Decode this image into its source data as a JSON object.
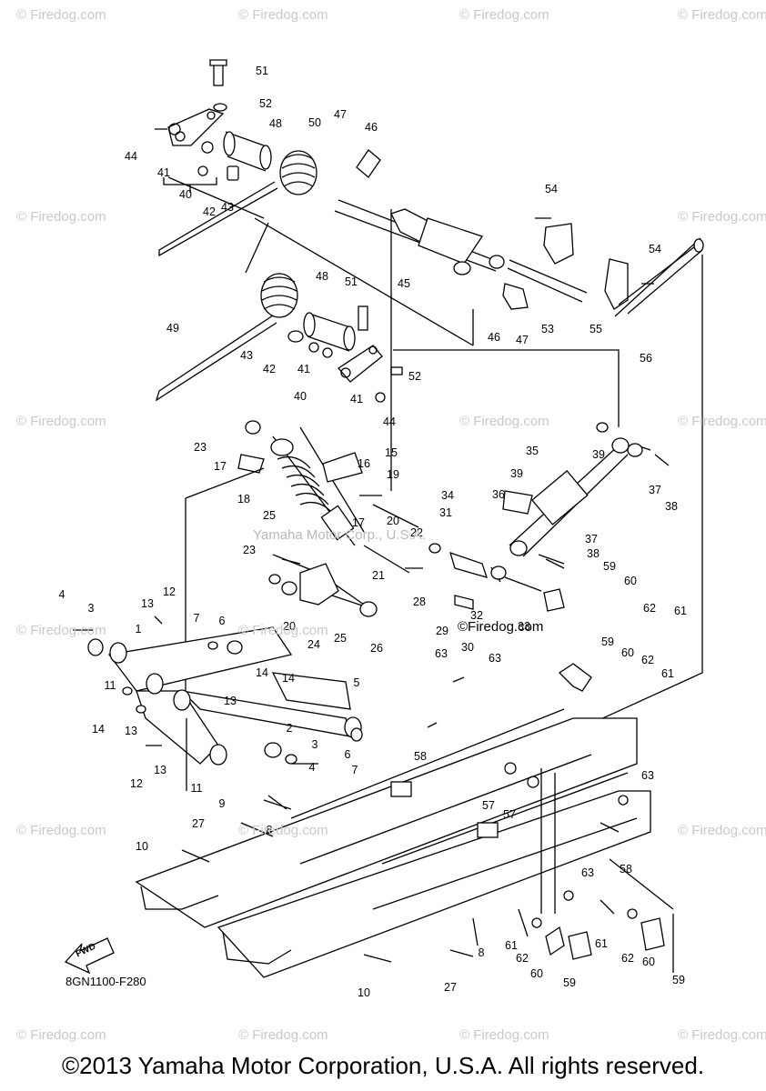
{
  "watermark": "© Firedog.com",
  "diagram_code": "8GN1100-F280",
  "center_watermark": "Yamaha Motor Corp., U.S.A.",
  "inline_watermark": "©Firedog.com",
  "fwd_label": "FWD",
  "copyright": "©2013 Yamaha Motor Corporation, U.S.A. All rights reserved.",
  "callouts": [
    "51",
    "52",
    "44",
    "48",
    "50",
    "47",
    "46",
    "41",
    "40",
    "42",
    "43",
    "54",
    "45",
    "54",
    "53",
    "55",
    "46",
    "47",
    "56",
    "49",
    "48",
    "51",
    "43",
    "42",
    "41",
    "40",
    "41",
    "52",
    "44",
    "23",
    "17",
    "18",
    "15",
    "16",
    "19",
    "35",
    "39",
    "36",
    "37",
    "38",
    "34",
    "31",
    "39",
    "20",
    "22",
    "25",
    "17",
    "21",
    "23",
    "20",
    "24",
    "25",
    "26",
    "28",
    "32",
    "29",
    "30",
    "33",
    "37",
    "38",
    "59",
    "60",
    "62",
    "61",
    "4",
    "3",
    "13",
    "12",
    "7",
    "6",
    "1",
    "11",
    "14",
    "13",
    "14",
    "5",
    "63",
    "63",
    "59",
    "60",
    "62",
    "61",
    "14",
    "13",
    "2",
    "12",
    "13",
    "3",
    "4",
    "6",
    "7",
    "11",
    "9",
    "58",
    "57",
    "57",
    "63",
    "27",
    "8",
    "58",
    "10",
    "63",
    "61",
    "62",
    "60",
    "59",
    "61",
    "62",
    "60",
    "59",
    "8",
    "10",
    "27"
  ]
}
